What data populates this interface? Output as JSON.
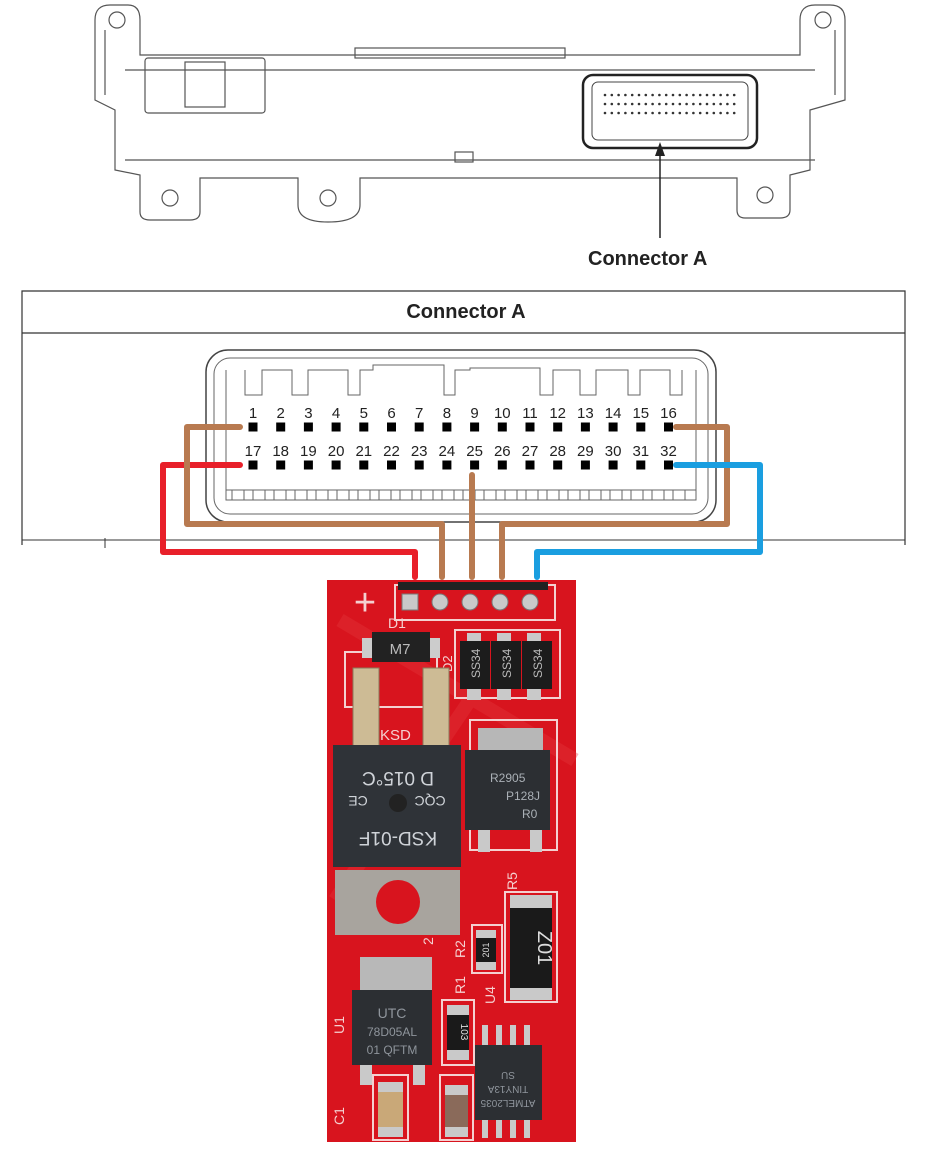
{
  "housing": {
    "callout_label": "Connector A"
  },
  "connector_table": {
    "title": "Connector A",
    "pins_row1": [
      "1",
      "2",
      "3",
      "4",
      "5",
      "6",
      "7",
      "8",
      "9",
      "10",
      "11",
      "12",
      "13",
      "14",
      "15",
      "16"
    ],
    "pins_row2": [
      "17",
      "18",
      "19",
      "20",
      "21",
      "22",
      "23",
      "24",
      "25",
      "26",
      "27",
      "28",
      "29",
      "30",
      "31",
      "32"
    ]
  },
  "wires": [
    {
      "from_pin": "17",
      "color": "#e8202a"
    },
    {
      "from_pin": "1",
      "color": "#b87a50"
    },
    {
      "from_pin": "25",
      "color": "#b87a50"
    },
    {
      "from_pin": "16",
      "color": "#b87a50"
    },
    {
      "from_pin": "32",
      "color": "#1a9ee0"
    }
  ],
  "pcb": {
    "board_color": "#d8141e",
    "silkscreen": {
      "plus": "+",
      "d1": "D1",
      "d2": "D2",
      "r5": "R5",
      "r2": "R2",
      "r1": "R1",
      "u4": "U4",
      "u1": "U1",
      "c1": "C1",
      "two": "2"
    },
    "d1_marking": "M7",
    "schottky_marking": "SS34",
    "thermostat": {
      "silk": "KSD",
      "line1": "D 015°C",
      "line2": "CQC",
      "line3": "KSD-01F",
      "ce": "CE"
    },
    "transistor": {
      "line1": "R2905",
      "line2": "P128J",
      "line3": "R0"
    },
    "big_resistor": "Z01",
    "r2_marking": "201",
    "r1_marking": "103",
    "regulator": {
      "line1": "UTC",
      "line2": "78D05AL",
      "line3": "01 QFTM"
    },
    "mcu": {
      "line1": "ATMEL2035",
      "line2": "TINY13A",
      "line3": "SU"
    }
  }
}
